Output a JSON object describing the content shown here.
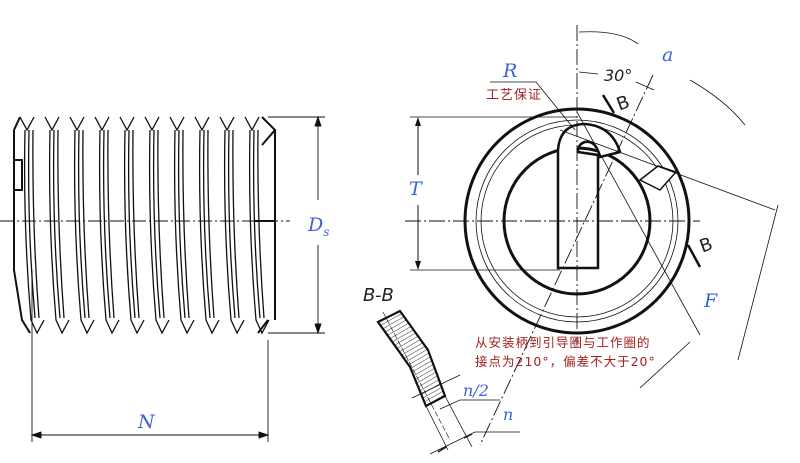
{
  "labels": {
    "D": "D",
    "D_sub": "s",
    "N": "N",
    "T": "T",
    "R": "R",
    "a": "a",
    "F": "F",
    "angle": "30°",
    "section_mark_1": "B",
    "section_mark_2": "B",
    "section_title": "B-B",
    "n_half": "n/2",
    "n": "n"
  },
  "notes": {
    "process_guarantee": "工艺保证",
    "line1": "从安装柄到引导圈与工作圈的",
    "line2": "接点为210°，偏差不大于20°"
  },
  "colors": {
    "label": "#3a63d8",
    "note": "#a02020",
    "line": "#111111"
  }
}
